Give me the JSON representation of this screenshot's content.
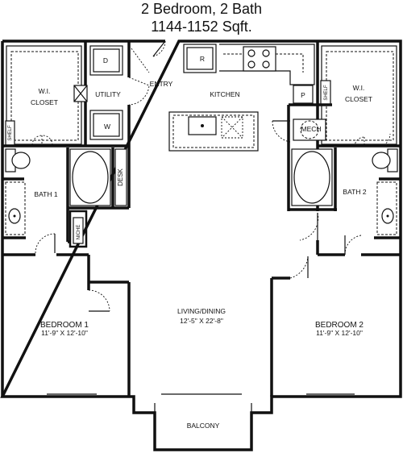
{
  "header": {
    "title": "2 Bedroom, 2 Bath",
    "subtitle": "1144-1152 Sqft."
  },
  "rooms": {
    "wi_closet_left": [
      "W.I.",
      "CLOSET"
    ],
    "wi_closet_right": [
      "W.I.",
      "CLOSET"
    ],
    "utility": "UTILITY",
    "dryer": "D",
    "washer": "W",
    "entry": "ENTRY",
    "kitchen": "KITCHEN",
    "refrigerator": "R",
    "pantry": "P",
    "mech": "MECH",
    "shelf_left": "SHELF",
    "shelf_right": "SHELF",
    "desk": "DESK",
    "niche": "NICHE",
    "bath1": "BATH 1",
    "bath2": "BATH 2",
    "bedroom1": {
      "name": "BEDROOM 1",
      "dims": "11'-9\" X 12'-10\""
    },
    "bedroom2": {
      "name": "BEDROOM 2",
      "dims": "11'-9\" X 12'-10\""
    },
    "living": {
      "name": "LIVING/DINING",
      "dims": "12'-5\" X 22'-8\""
    },
    "balcony": "BALCONY"
  }
}
